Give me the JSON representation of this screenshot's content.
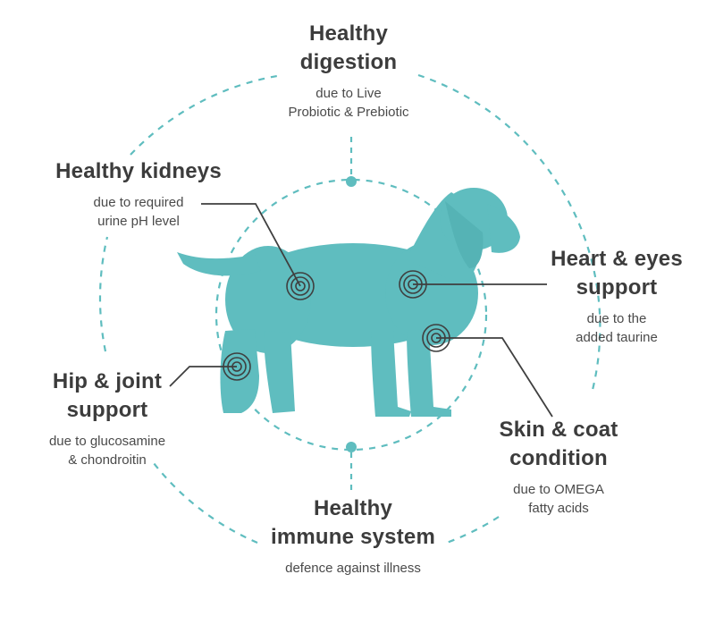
{
  "diagram": {
    "accent_color": "#5fbdbf",
    "line_color": "#3f3f3f",
    "subject_icon": "puppy-silhouette",
    "benefits": [
      {
        "id": "digestion",
        "title": [
          "Healthy",
          "digestion"
        ],
        "desc": [
          "due to Live",
          "Probiotic & Prebiotic"
        ]
      },
      {
        "id": "kidneys",
        "title": [
          "Healthy kidneys"
        ],
        "desc": [
          "due to required",
          "urine pH level"
        ]
      },
      {
        "id": "heart-eyes",
        "title": [
          "Heart & eyes",
          "support"
        ],
        "desc": [
          "due to the",
          "added taurine"
        ]
      },
      {
        "id": "hip-joint",
        "title": [
          "Hip & joint",
          "support"
        ],
        "desc": [
          "due to glucosamine",
          "& chondroitin"
        ]
      },
      {
        "id": "skin-coat",
        "title": [
          "Skin & coat",
          "condition"
        ],
        "desc": [
          "due to OMEGA",
          "fatty acids"
        ]
      },
      {
        "id": "immune",
        "title": [
          "Healthy",
          "immune system"
        ],
        "desc": [
          "defence against illness"
        ]
      }
    ]
  }
}
